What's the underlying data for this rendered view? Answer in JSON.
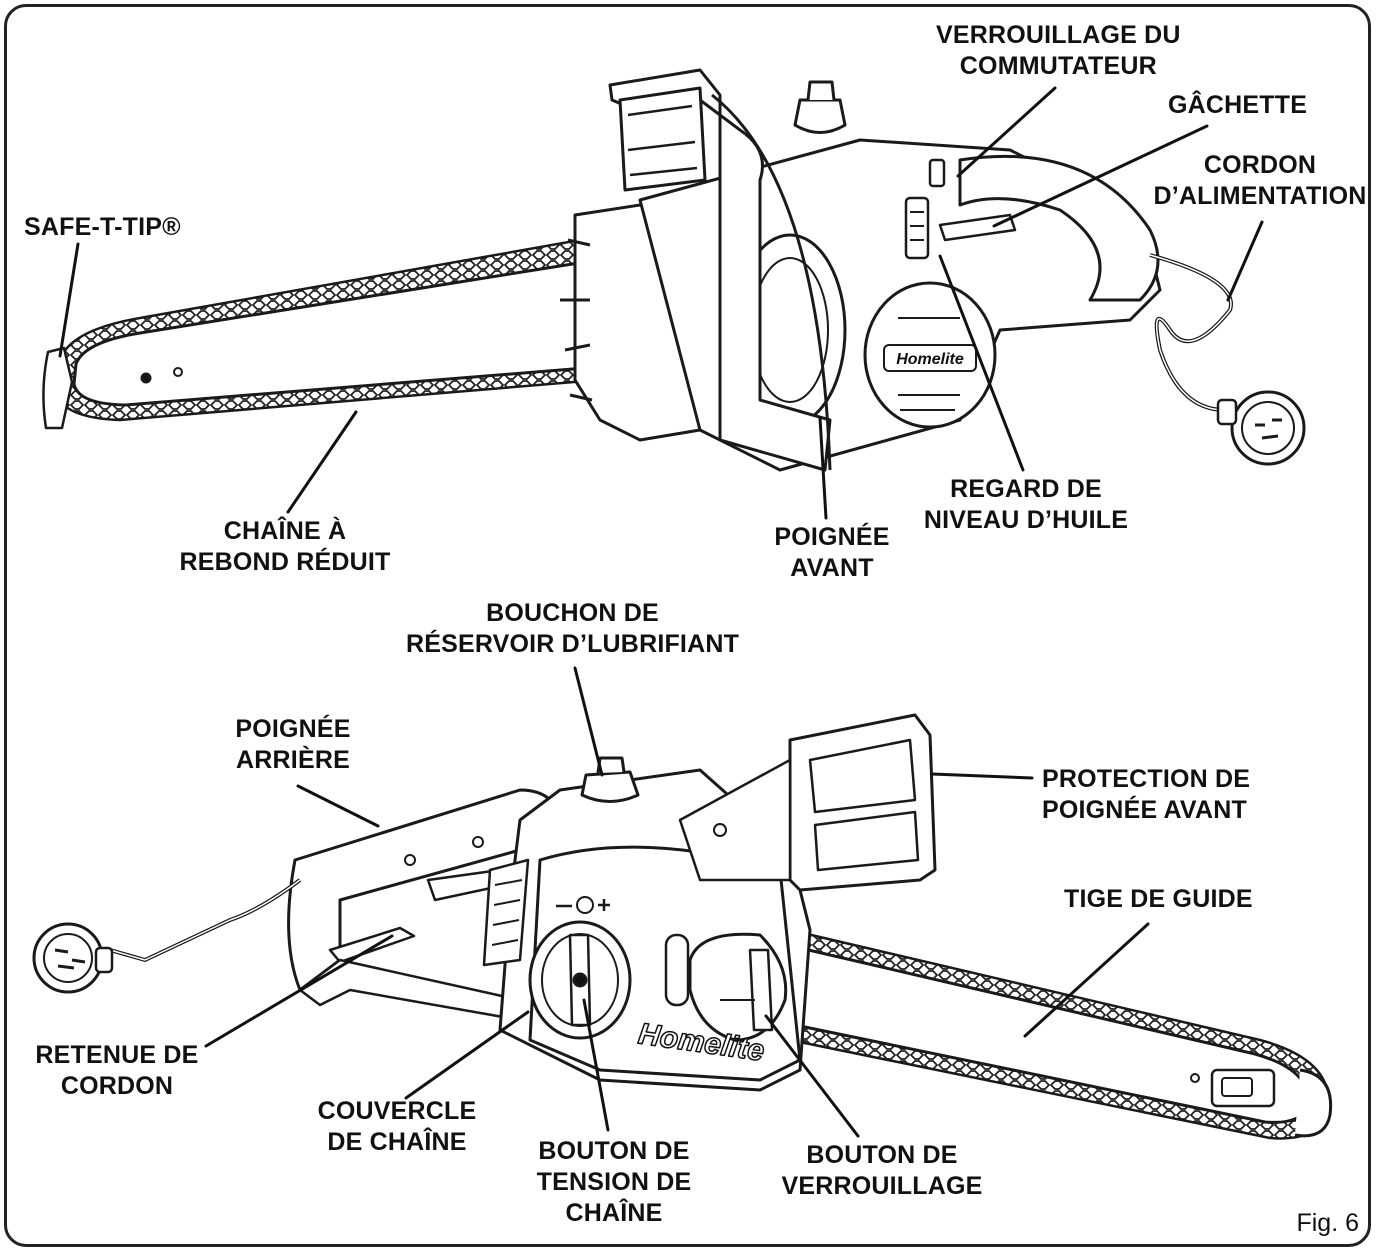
{
  "figure_label": "Fig. 6",
  "brand": "Homelite",
  "labels": {
    "switch_lock": [
      "VERROUILLAGE DU",
      "COMMUTATEUR"
    ],
    "trigger": [
      "GÂCHETTE"
    ],
    "power_cord": [
      "CORDON",
      "D’ALIMENTATION"
    ],
    "safe_t_tip": [
      "SAFE-T-TIP®"
    ],
    "chain": [
      "CHAÎNE À",
      "REBOND RÉDUIT"
    ],
    "front_handle": [
      "POIGNÉE",
      "AVANT"
    ],
    "oil_sight": [
      "REGARD DE",
      "NIVEAU D’HUILE"
    ],
    "oil_cap": [
      "BOUCHON DE",
      "RÉSERVOIR D’LUBRIFIANT"
    ],
    "rear_handle": [
      "POIGNÉE",
      "ARRIÈRE"
    ],
    "hand_guard": [
      "PROTECTION DE",
      "POIGNÉE AVANT"
    ],
    "guide_bar": [
      "TIGE DE GUIDE"
    ],
    "cord_retainer": [
      "RETENUE DE",
      "CORDON"
    ],
    "chain_cover": [
      "COUVERCLE",
      "DE CHAÎNE"
    ],
    "tension_knob": [
      "BOUTON DE",
      "TENSION DE",
      "CHAÎNE"
    ],
    "lock_knob": [
      "BOUTON DE",
      "VERROUILLAGE"
    ]
  }
}
